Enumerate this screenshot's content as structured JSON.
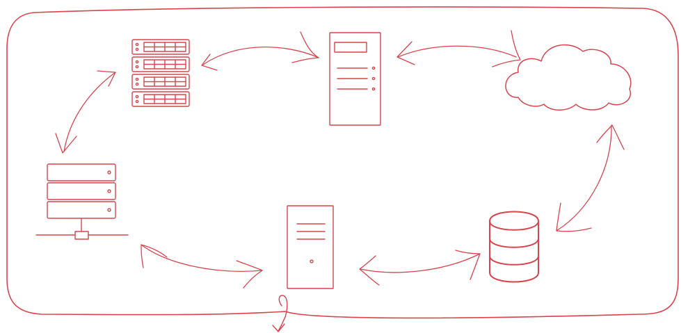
{
  "diagram": {
    "style": "hand-drawn sketch",
    "colors": {
      "stroke": "#d9434c",
      "background": "#ffffff"
    },
    "nodes": [
      {
        "id": "rack",
        "icon": "server-rack-icon"
      },
      {
        "id": "tower_top",
        "icon": "tower-server-icon"
      },
      {
        "id": "cloud",
        "icon": "cloud-icon"
      },
      {
        "id": "network_server",
        "icon": "network-server-icon"
      },
      {
        "id": "tower_bottom",
        "icon": "desktop-tower-icon"
      },
      {
        "id": "database",
        "icon": "database-icon"
      }
    ],
    "connections": [
      {
        "from": "rack",
        "to": "tower_top",
        "bidirectional": true
      },
      {
        "from": "tower_top",
        "to": "cloud",
        "bidirectional": true
      },
      {
        "from": "rack",
        "to": "network_server",
        "bidirectional": true
      },
      {
        "from": "cloud",
        "to": "database",
        "bidirectional": true
      },
      {
        "from": "network_server",
        "to": "tower_bottom",
        "bidirectional": true
      },
      {
        "from": "tower_bottom",
        "to": "database",
        "bidirectional": true
      }
    ]
  }
}
